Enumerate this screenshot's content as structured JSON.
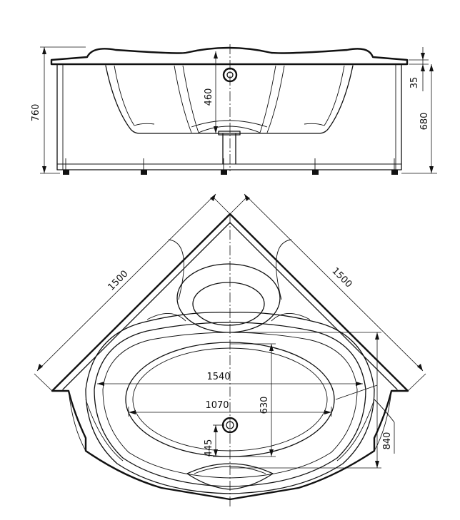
{
  "diagram": {
    "side_view": {
      "dimensions": {
        "total_height": "760",
        "bowl_depth": "460",
        "rim_thickness": "35",
        "panel_height": "680"
      }
    },
    "top_view": {
      "dimensions": {
        "side_left": "1500",
        "side_right": "1500",
        "inner_length": "1540",
        "bottom_length": "1070",
        "inner_width": "630",
        "drain_offset": "445",
        "depth_diagonal": "840"
      }
    }
  }
}
